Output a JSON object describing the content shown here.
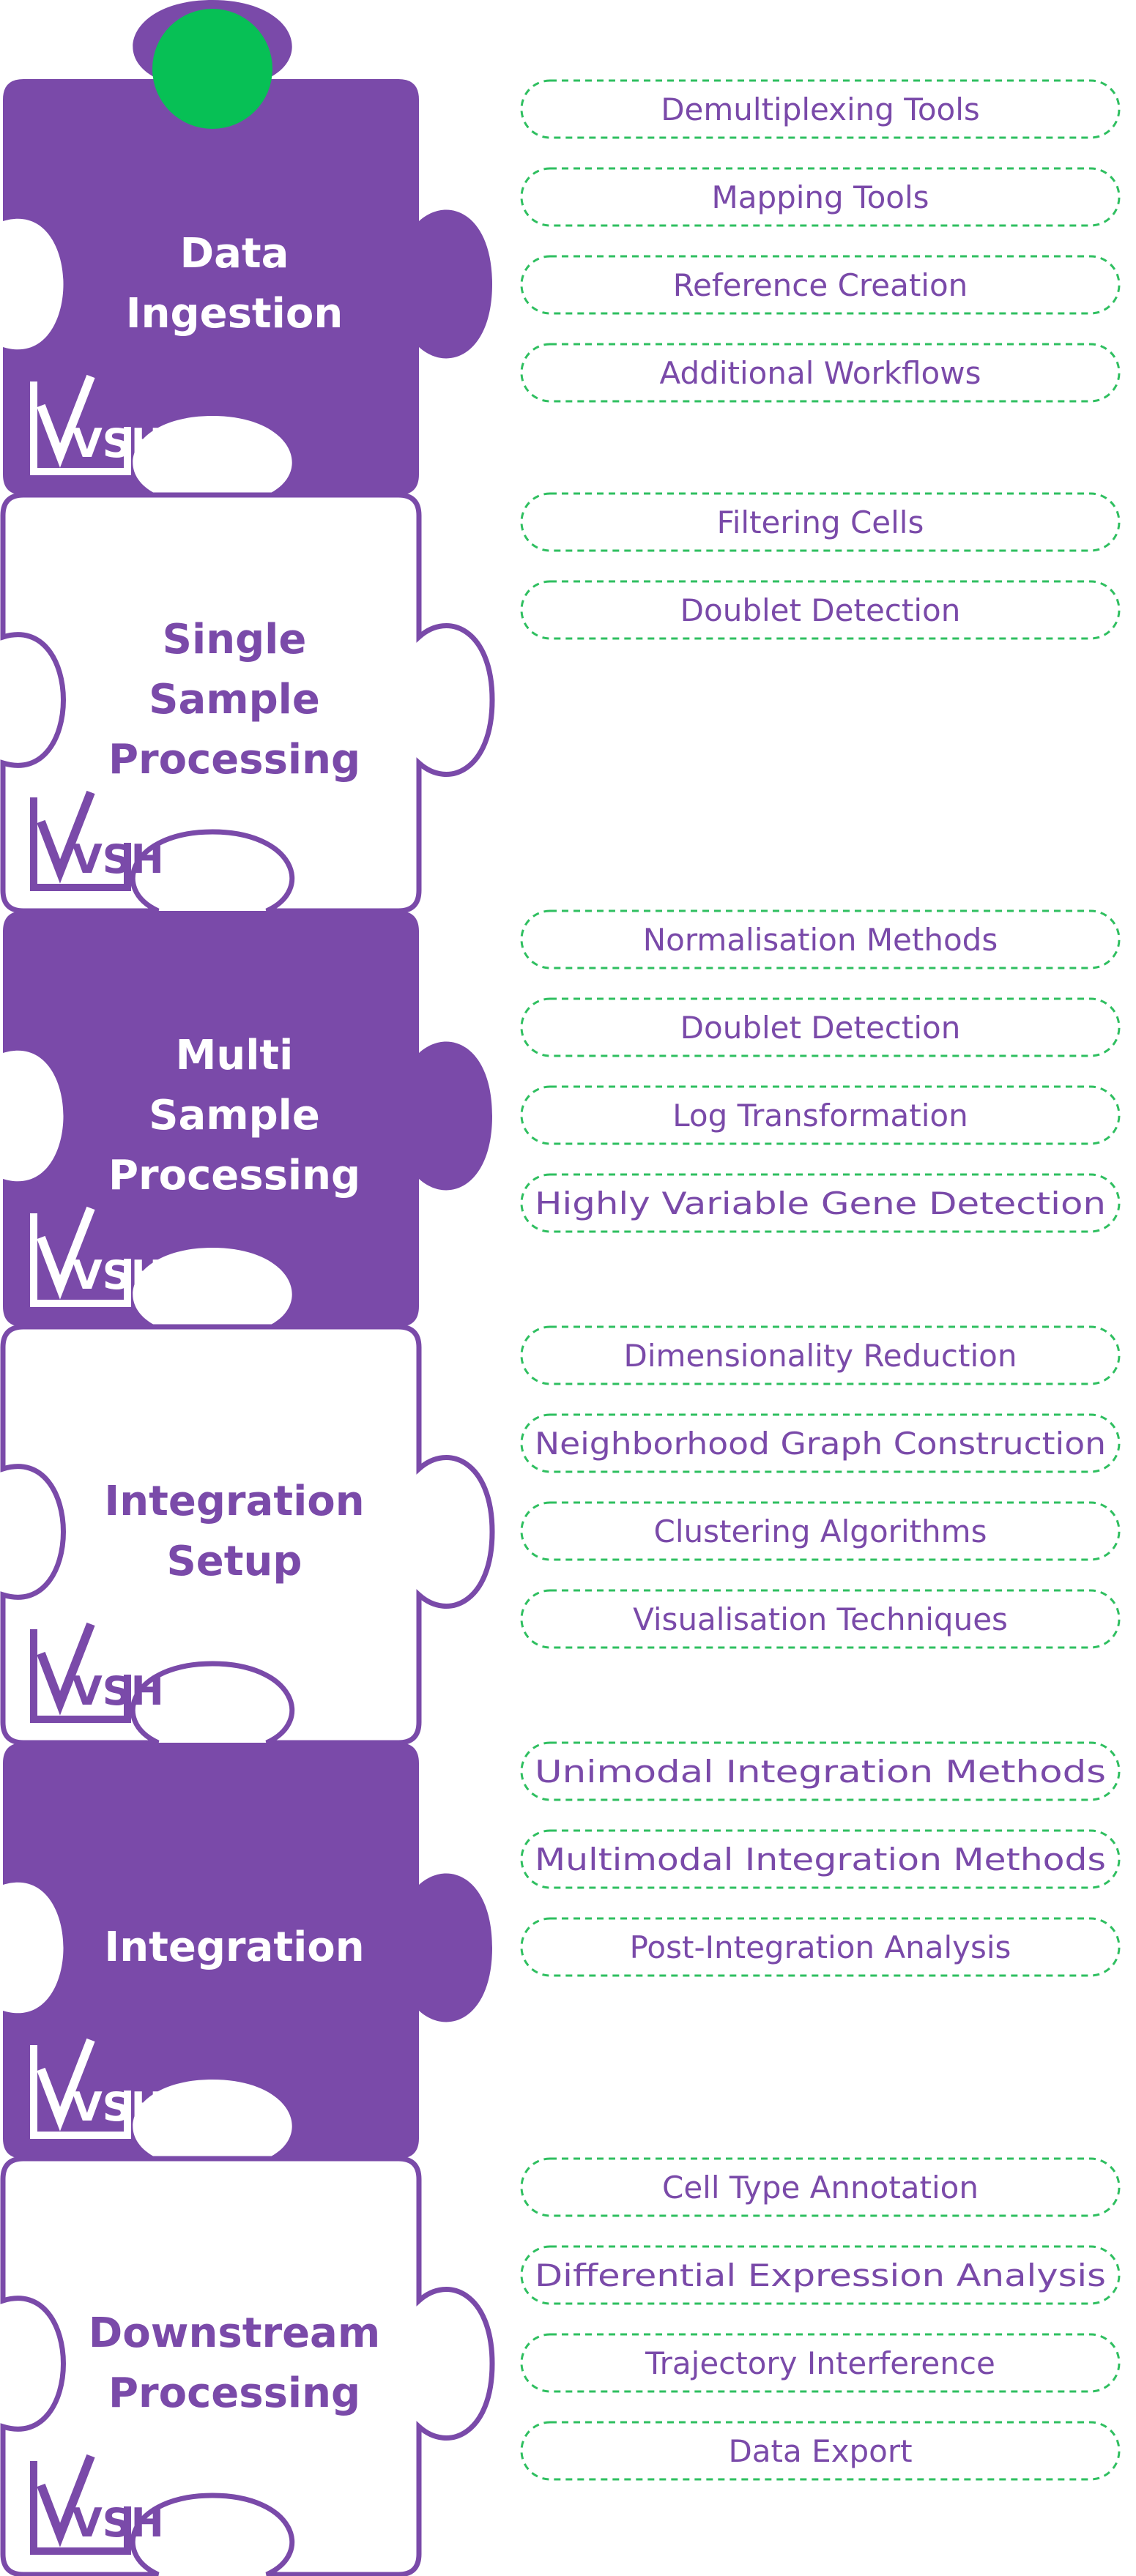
{
  "colors": {
    "purple": "#7a4aa9",
    "white": "#ffffff",
    "green_dot": "#07c055",
    "pill_border": "#2fbf60"
  },
  "logo": {
    "text": "VSH",
    "icon": "vsh-checkmark-logo"
  },
  "stages": [
    {
      "title_lines": [
        "Data",
        "Ingestion"
      ],
      "filled": true,
      "items": [
        "Demultiplexing Tools",
        "Mapping Tools",
        "Reference Creation",
        "Additional Workflows"
      ]
    },
    {
      "title_lines": [
        "Single",
        "Sample",
        "Processing"
      ],
      "filled": false,
      "items": [
        "Filtering Cells",
        "Doublet Detection"
      ]
    },
    {
      "title_lines": [
        "Multi",
        "Sample",
        "Processing"
      ],
      "filled": true,
      "items": [
        "Normalisation Methods",
        "Doublet Detection",
        "Log Transformation",
        "Highly Variable Gene Detection"
      ]
    },
    {
      "title_lines": [
        "Integration",
        "Setup"
      ],
      "filled": false,
      "items": [
        "Dimensionality Reduction",
        "Neighborhood Graph Construction",
        "Clustering Algorithms",
        "Visualisation Techniques"
      ]
    },
    {
      "title_lines": [
        "Integration"
      ],
      "filled": true,
      "items": [
        "Unimodal Integration Methods",
        "Multimodal Integration Methods",
        "Post-Integration Analysis"
      ]
    },
    {
      "title_lines": [
        "Downstream",
        "Processing"
      ],
      "filled": false,
      "items": [
        "Cell Type Annotation",
        "Differential Expression Analysis",
        "Trajectory Interference",
        "Data Export"
      ]
    }
  ]
}
